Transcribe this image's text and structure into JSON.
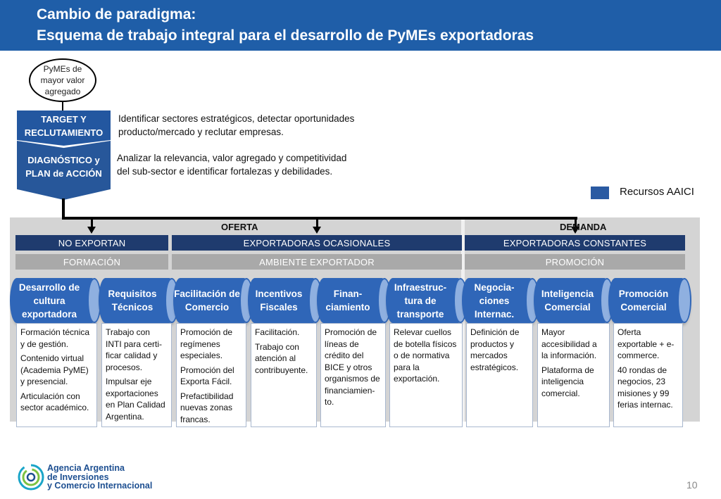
{
  "header": {
    "title_line1": "Cambio de paradigma:",
    "title_line2": "Esquema de trabajo integral para el desarrollo de PyMEs exportadoras"
  },
  "flow": {
    "top_node": "PyMEs de mayor valor agregado",
    "step1": {
      "label": "TARGET Y RECLUTAMIENTO",
      "description_l1": "Identificar sectores estratégicos, detectar oportunidades",
      "description_l2": "producto/mercado y reclutar empresas."
    },
    "step2": {
      "label": "DIAGNÓSTICO y PLAN de ACCIÓN",
      "description_l1": "Analizar la relevancia, valor agregado y competitividad",
      "description_l2": "del sub-sector e identificar fortalezas y debilidades."
    }
  },
  "legend": {
    "label": "Recursos AAICI",
    "color": "#2a5aa2"
  },
  "sections": {
    "oferta": "OFERTA",
    "demanda": "DEMANDA"
  },
  "categories": [
    {
      "label": "NO EXPORTAN",
      "sub": "FORMACIÓN"
    },
    {
      "label": "EXPORTADORAS OCASIONALES",
      "sub": "AMBIENTE EXPORTADOR"
    },
    {
      "label": "EXPORTADORAS CONSTANTES",
      "sub": "PROMOCIÓN"
    }
  ],
  "tools": [
    {
      "name": "Desarrollo de cultura exportadora",
      "items": [
        "Formación técnica y de gestión.",
        "Contenido virtual (Academia PyME) y presencial.",
        "Articulación con sector académico."
      ]
    },
    {
      "name": "Requisitos Técnicos",
      "items": [
        "Trabajo con INTI para certi-ficar calidad y procesos.",
        "Impulsar eje exportaciones en Plan Calidad Argentina."
      ]
    },
    {
      "name": "Facilitación de Comercio",
      "items": [
        "Promoción de regímenes especiales.",
        "Promoción del Exporta Fácil.",
        "Prefactibilidad nuevas zonas francas."
      ]
    },
    {
      "name": "Incentivos Fiscales",
      "items": [
        "Facilitación.",
        "Trabajo con atención al contribuyente."
      ]
    },
    {
      "name": "Finan-ciamiento",
      "items": [
        "Promoción de líneas de crédito del BICE y otros organismos de financiamien-to."
      ]
    },
    {
      "name": "Infraestruc-tura de transporte",
      "items": [
        "Relevar cuellos de botella físicos o de normativa para la exportación."
      ]
    },
    {
      "name": "Negocia-ciones Internac.",
      "items": [
        "Definición de productos y mercados estratégicos."
      ]
    },
    {
      "name": "Inteligencia Comercial",
      "items": [
        "Mayor accesibilidad a la información.",
        "Plataforma de inteligencia comercial."
      ]
    },
    {
      "name": "Promoción Comercial",
      "items": [
        "Oferta exportable + e-commerce.",
        "40 rondas de negocios, 23 misiones y 99 ferias internac."
      ]
    }
  ],
  "footer": {
    "logo_line1": "Agencia Argentina",
    "logo_line2": "de Inversiones",
    "logo_line3": "y Comercio Internacional",
    "page_number": "10"
  }
}
